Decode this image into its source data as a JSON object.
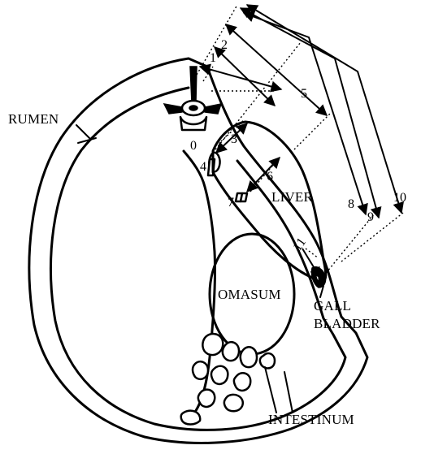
{
  "labels": {
    "rumen": "RUMEN",
    "liver": "LIVER",
    "omasum": "OMASUM",
    "gall_bladder_line1": "GALL",
    "gall_bladder_line2": "BLADDER",
    "intestinum": "INTESTINUM"
  },
  "measurements": [
    "0",
    "1",
    "2",
    "3",
    "4",
    "5",
    "6",
    "7",
    "8",
    "9",
    "10",
    "11"
  ],
  "colors": {
    "ink": "#000000",
    "background": "#ffffff"
  }
}
